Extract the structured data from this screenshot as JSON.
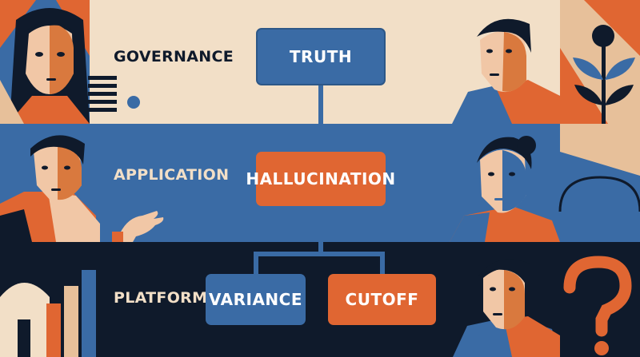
{
  "colors": {
    "cream": "#f2dfc7",
    "blue": "#3a6ba5",
    "navy": "#0f1a2b",
    "orange": "#e06632",
    "peach": "#e7c09a",
    "skin_light": "#f1c7a6",
    "skin_orange": "#d9793e"
  },
  "layers": {
    "governance": {
      "label": "GOVERNANCE"
    },
    "application": {
      "label": "APPLICATION"
    },
    "platform": {
      "label": "PLATFORM"
    }
  },
  "nodes": {
    "truth": "TRUTH",
    "hallucination": "HALLUCINATION",
    "variance": "VARIANCE",
    "cutoff": "CUTOFF"
  },
  "icons": [
    "question-mark-icon",
    "plant-icon",
    "bar-chart-icon",
    "list-lines-icon"
  ]
}
